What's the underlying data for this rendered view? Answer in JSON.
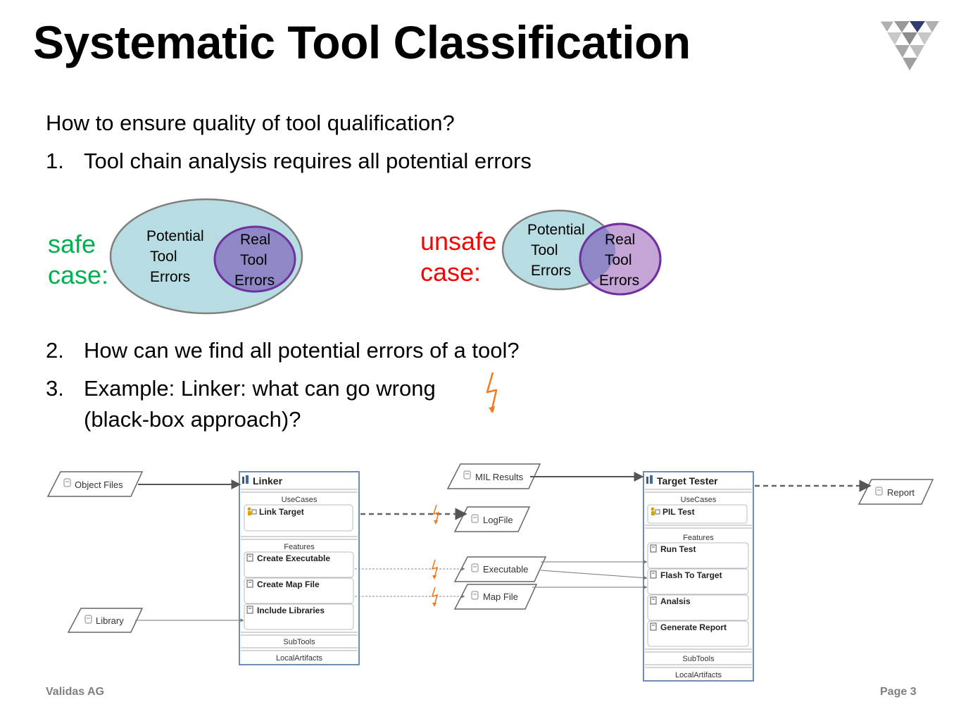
{
  "slide": {
    "title": "Systematic Tool Classification",
    "question": "How to ensure quality of tool qualification?",
    "items": [
      {
        "num": "1.",
        "text": "Tool chain analysis requires all potential errors"
      },
      {
        "num": "2.",
        "text": "How can we find all potential errors of a tool?"
      },
      {
        "num": "3.",
        "text": "Example: Linker: what can go wrong",
        "text2": "(black-box approach)?"
      }
    ]
  },
  "venn": {
    "safe": {
      "label1": "safe",
      "label2": "case:",
      "color": "#00b050"
    },
    "unsafe": {
      "label1": "unsafe",
      "label2": "case:",
      "color": "#ff0000"
    },
    "potential": [
      "Potential",
      "Tool",
      "Errors"
    ],
    "real": [
      "Real",
      "Tool",
      "Errors"
    ]
  },
  "colors": {
    "outer_fill": "#b7dde2",
    "inner_fill": "#8f88c6",
    "inner_stroke": "#7030a0",
    "unsafe_inner_fill": "#c5a5d6",
    "box_border": "#6f8cbf",
    "lightning": "#f07a1f",
    "footer": "#7f7f7f"
  },
  "diagram": {
    "artifacts": {
      "object_files": "Object Files",
      "library": "Library",
      "logfile": "LogFile",
      "executable": "Executable",
      "map_file": "Map File",
      "mil_results": "MIL Results",
      "report": "Report"
    },
    "linker": {
      "title": "Linker",
      "usecases_header": "UseCases",
      "usecase": "Link Target",
      "features_header": "Features",
      "features": [
        "Create Executable",
        "Create Map File",
        "Include Libraries"
      ],
      "subtools": "SubTools",
      "local": "LocalArtifacts"
    },
    "tester": {
      "title": "Target Tester",
      "usecases_header": "UseCases",
      "usecase": "PIL Test",
      "features_header": "Features",
      "features": [
        "Run Test",
        "Flash To Target",
        "Analsis",
        "Generate Report"
      ],
      "subtools": "SubTools",
      "local": "LocalArtifacts"
    }
  },
  "footer": {
    "company": "Validas AG",
    "page": "Page 3"
  }
}
